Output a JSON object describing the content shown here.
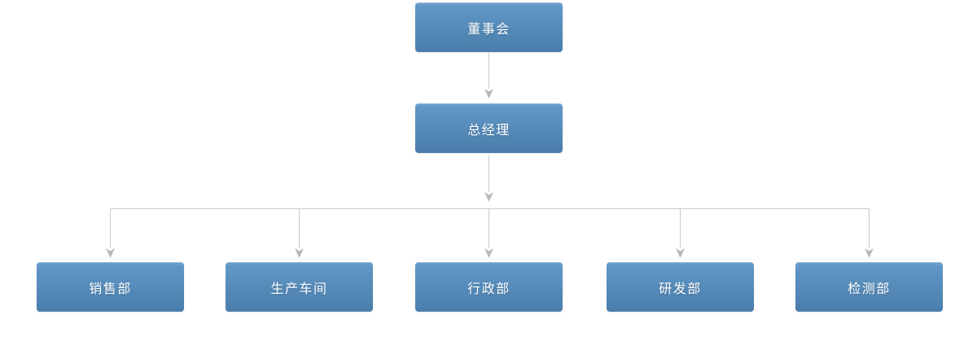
{
  "diagram": {
    "type": "org-chart",
    "background": "#ffffff",
    "nodes": [
      {
        "id": "board",
        "label": "董事会"
      },
      {
        "id": "gm",
        "label": "总经理"
      },
      {
        "id": "sales",
        "label": "销售部"
      },
      {
        "id": "production",
        "label": "生产车间"
      },
      {
        "id": "admin",
        "label": "行政部"
      },
      {
        "id": "rnd",
        "label": "研发部"
      },
      {
        "id": "inspection",
        "label": "检测部"
      }
    ],
    "edges": [
      {
        "from": "董事会",
        "to": "总经理"
      },
      {
        "from": "总经理",
        "to": "销售部"
      },
      {
        "from": "总经理",
        "to": "生产车间"
      },
      {
        "from": "总经理",
        "to": "行政部"
      },
      {
        "from": "总经理",
        "to": "研发部"
      },
      {
        "from": "总经理",
        "to": "检测部"
      }
    ],
    "colors": {
      "node_gradient_top": "#6097c6",
      "node_gradient_bottom": "#4a7dab",
      "node_text": "#ffffff",
      "connector_line": "#c9c9c9",
      "connector_arrow": "#b7b7b7"
    }
  }
}
